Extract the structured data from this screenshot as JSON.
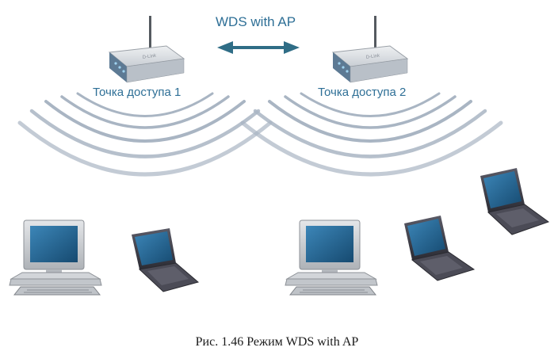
{
  "diagram": {
    "title": "WDS with AP",
    "access_point_1": "Точка доступа 1",
    "access_point_2": "Точка доступа 2",
    "caption": "Рис. 1.46 Режим WDS with AP",
    "colors": {
      "label": "#2e6f96",
      "arrow": "#2f6d86",
      "wave": "#a9b5c3",
      "router_body": "#d9dde2",
      "router_front": "#5d7a94",
      "screen": "#1f5f8a",
      "monitor_case": "#cfd2d6",
      "laptop_case": "#3f3f4a"
    },
    "icons": [
      "router-icon",
      "desktop-computer-icon",
      "laptop-icon",
      "double-arrow-icon"
    ]
  }
}
